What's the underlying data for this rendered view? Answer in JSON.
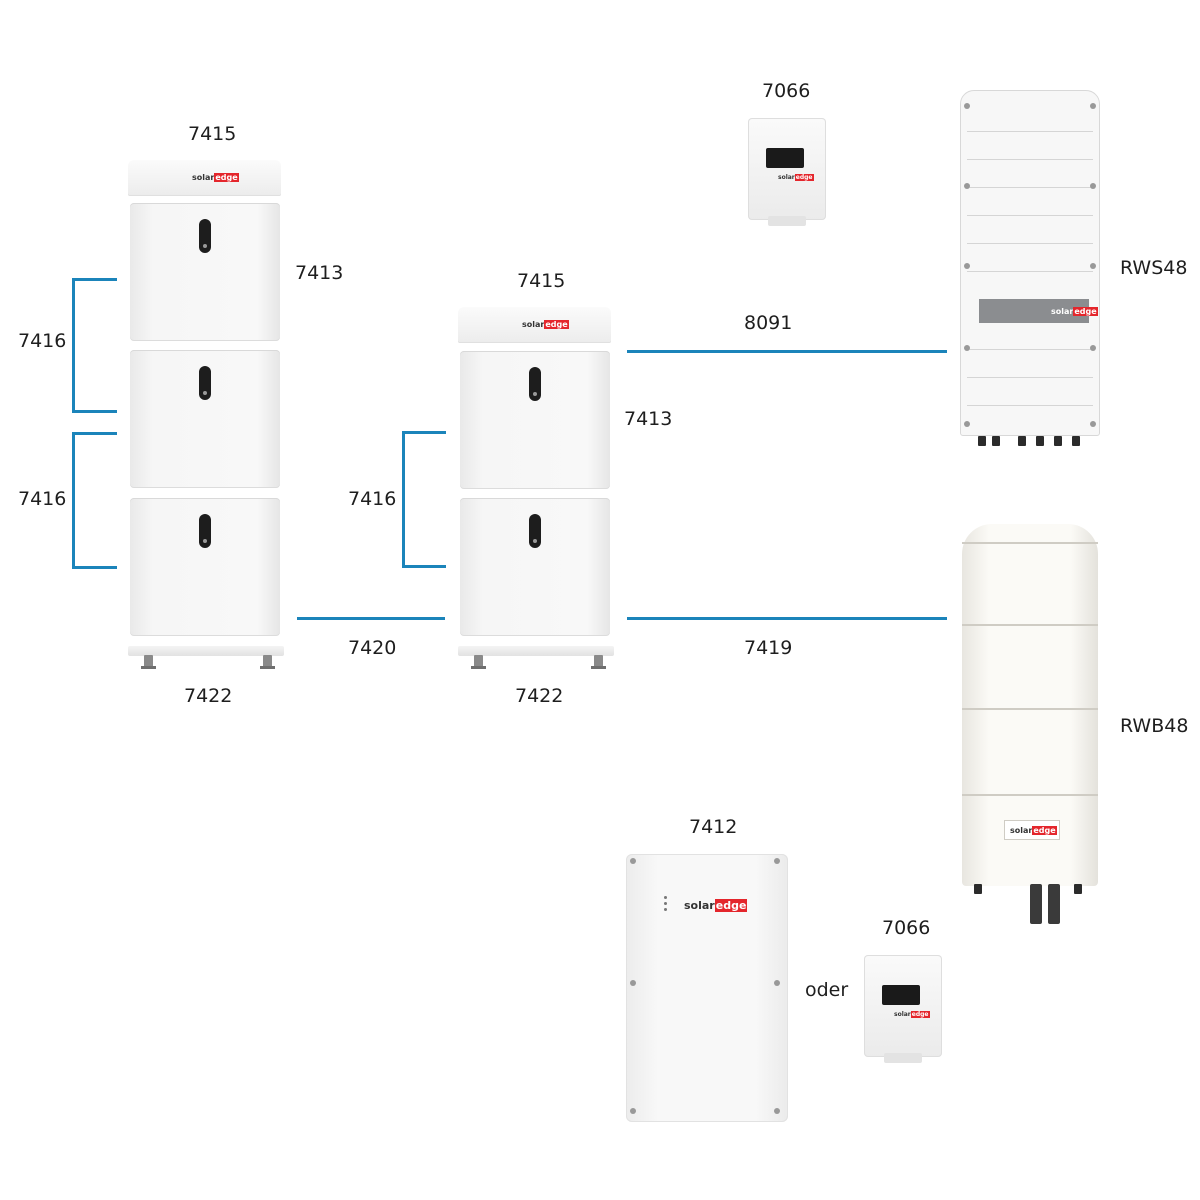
{
  "labels": {
    "stack1_cap": "7415",
    "stack1_module": "7413",
    "stack1_link_top": "7416",
    "stack1_link_bottom": "7416",
    "stack1_base": "7422",
    "stack2_cap": "7415",
    "stack2_module": "7413",
    "stack2_link": "7416",
    "stack2_base": "7422",
    "link_stacks": "7420",
    "meter_top": "7066",
    "inverter_cable": "8091",
    "inverter": "RWS48",
    "backup_cable": "7419",
    "backup_unit": "RWB48",
    "energy_bank": "7412",
    "meter_bottom": "7066",
    "alt": "oder"
  },
  "brand": {
    "prefix": "solar",
    "suffix": "edge"
  },
  "colors": {
    "connector": "#1b84ba",
    "brand_red": "#e4262c",
    "text": "#1e1e1e"
  }
}
